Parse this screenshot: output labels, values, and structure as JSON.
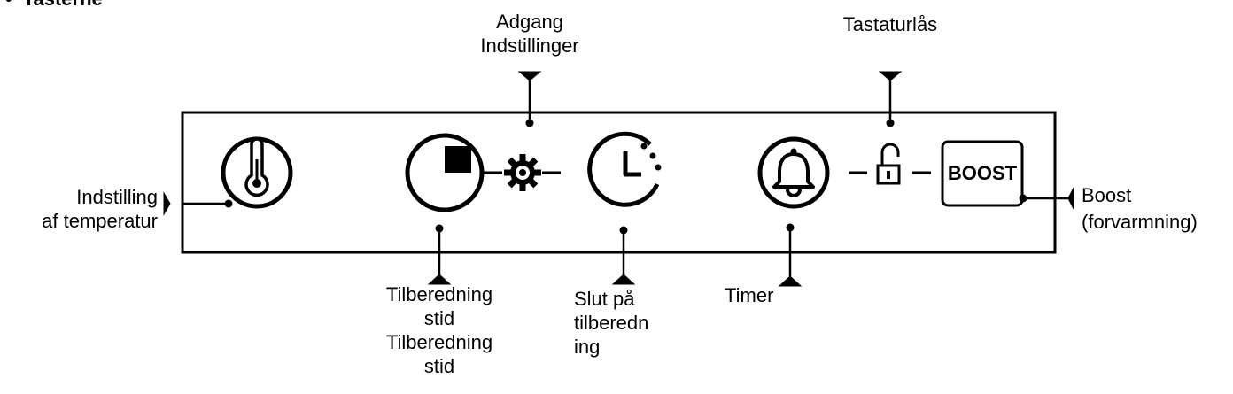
{
  "heading": {
    "bullet": "•",
    "title": "Tasterne"
  },
  "buttons": {
    "boost_text": "BOOST"
  },
  "labels": {
    "temperature": [
      "Indstilling",
      "af temperatur"
    ],
    "settings": [
      "Adgang",
      "Indstillinger"
    ],
    "keylock": "Tastaturlås",
    "boost": [
      "Boost",
      "(forvarmning)"
    ],
    "cooking_time": [
      "Tilberedning",
      "stid",
      "Tilberedning",
      "stid"
    ],
    "end_of_cooking": [
      "Slut på",
      "tilberedn",
      "ing"
    ],
    "timer": "Timer"
  },
  "icons": [
    "thermometer-icon",
    "cooking-time-icon",
    "gear-icon",
    "end-of-cooking-clock-icon",
    "bell-icon",
    "padlock-open-icon",
    "boost-button"
  ]
}
